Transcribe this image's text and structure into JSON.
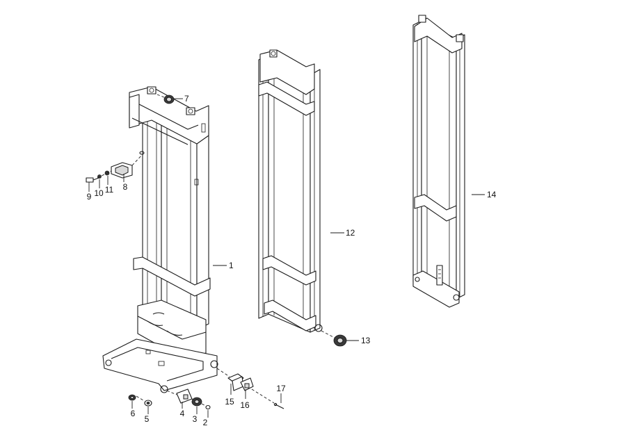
{
  "colors": {
    "line": "#1a1a1a",
    "background": "#ffffff",
    "shade": "#d9d9d9"
  },
  "callouts": [
    {
      "id": "c1",
      "label": "1"
    },
    {
      "id": "c2",
      "label": "2"
    },
    {
      "id": "c3",
      "label": "3"
    },
    {
      "id": "c4",
      "label": "4"
    },
    {
      "id": "c5",
      "label": "5"
    },
    {
      "id": "c6",
      "label": "6"
    },
    {
      "id": "c7",
      "label": "7"
    },
    {
      "id": "c8",
      "label": "8"
    },
    {
      "id": "c9",
      "label": "9"
    },
    {
      "id": "c10",
      "label": "10"
    },
    {
      "id": "c11",
      "label": "11"
    },
    {
      "id": "c12",
      "label": "12"
    },
    {
      "id": "c13",
      "label": "13"
    },
    {
      "id": "c14",
      "label": "14"
    },
    {
      "id": "c15",
      "label": "15"
    },
    {
      "id": "c16",
      "label": "16"
    },
    {
      "id": "c17",
      "label": "17"
    }
  ]
}
